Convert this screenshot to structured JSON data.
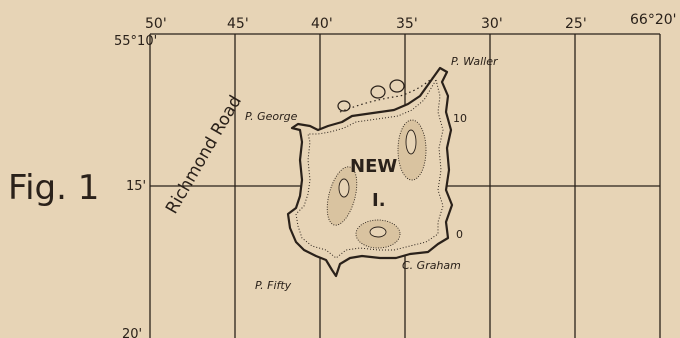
{
  "figure": {
    "label": "Fig. 1"
  },
  "graticule": {
    "longitude_labels": [
      "50'",
      "45'",
      "40'",
      "35'",
      "30'",
      "25'",
      "66°20'"
    ],
    "latitude_labels": [
      "55°10'",
      "15'",
      "20'"
    ]
  },
  "features": {
    "road": "Richmond Road",
    "island_line1": "NEW",
    "island_line2": "I.",
    "points": [
      "P. Waller",
      "P. George",
      "P. Fifty",
      "C. Graham"
    ],
    "soundings": [
      "10",
      "0"
    ]
  },
  "colors": {
    "paper": "#e7d4b6",
    "ink": "#2a211a"
  }
}
